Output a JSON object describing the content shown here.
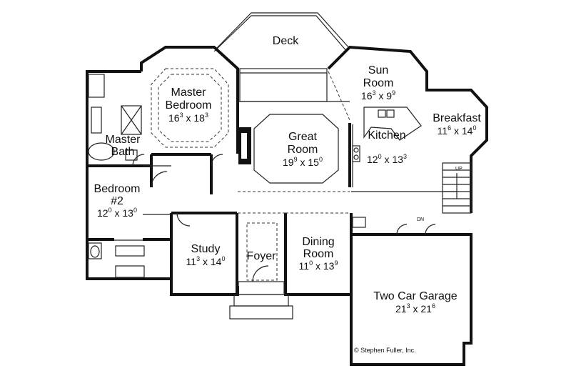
{
  "rooms": {
    "deck": {
      "name": "Deck"
    },
    "sun_room": {
      "name_1": "Sun",
      "name_2": "Room",
      "w": "16",
      "w_sup": "3",
      "h": "9",
      "h_sup": "9"
    },
    "breakfast": {
      "name": "Breakfast",
      "w": "11",
      "w_sup": "6",
      "h": "14",
      "h_sup": "0"
    },
    "master_bedroom": {
      "name_1": "Master",
      "name_2": "Bedroom",
      "w": "16",
      "w_sup": "3",
      "h": "18",
      "h_sup": "3"
    },
    "great_room": {
      "name_1": "Great",
      "name_2": "Room",
      "w": "19",
      "w_sup": "9",
      "h": "15",
      "h_sup": "0"
    },
    "kitchen": {
      "name": "Kitchen",
      "w": "12",
      "w_sup": "0",
      "h": "13",
      "h_sup": "3"
    },
    "master_bath": {
      "name_1": "Master",
      "name_2": "Bath"
    },
    "bedroom_2": {
      "name_1": "Bedroom",
      "name_2": "#2",
      "w": "12",
      "w_sup": "0",
      "h": "13",
      "h_sup": "0"
    },
    "study": {
      "name": "Study",
      "w": "11",
      "w_sup": "3",
      "h": "14",
      "h_sup": "0"
    },
    "foyer": {
      "name": "Foyer"
    },
    "dining_room": {
      "name_1": "Dining",
      "name_2": "Room",
      "w": "11",
      "w_sup": "0",
      "h": "13",
      "h_sup": "9"
    },
    "garage": {
      "name": "Two Car Garage",
      "w": "21",
      "w_sup": "3",
      "h": "21",
      "h_sup": "6"
    }
  },
  "dim_sep": " x ",
  "markers": {
    "stair_up": "UP",
    "stair_down": "DN"
  },
  "copyright": "© Stephen Fuller, Inc."
}
